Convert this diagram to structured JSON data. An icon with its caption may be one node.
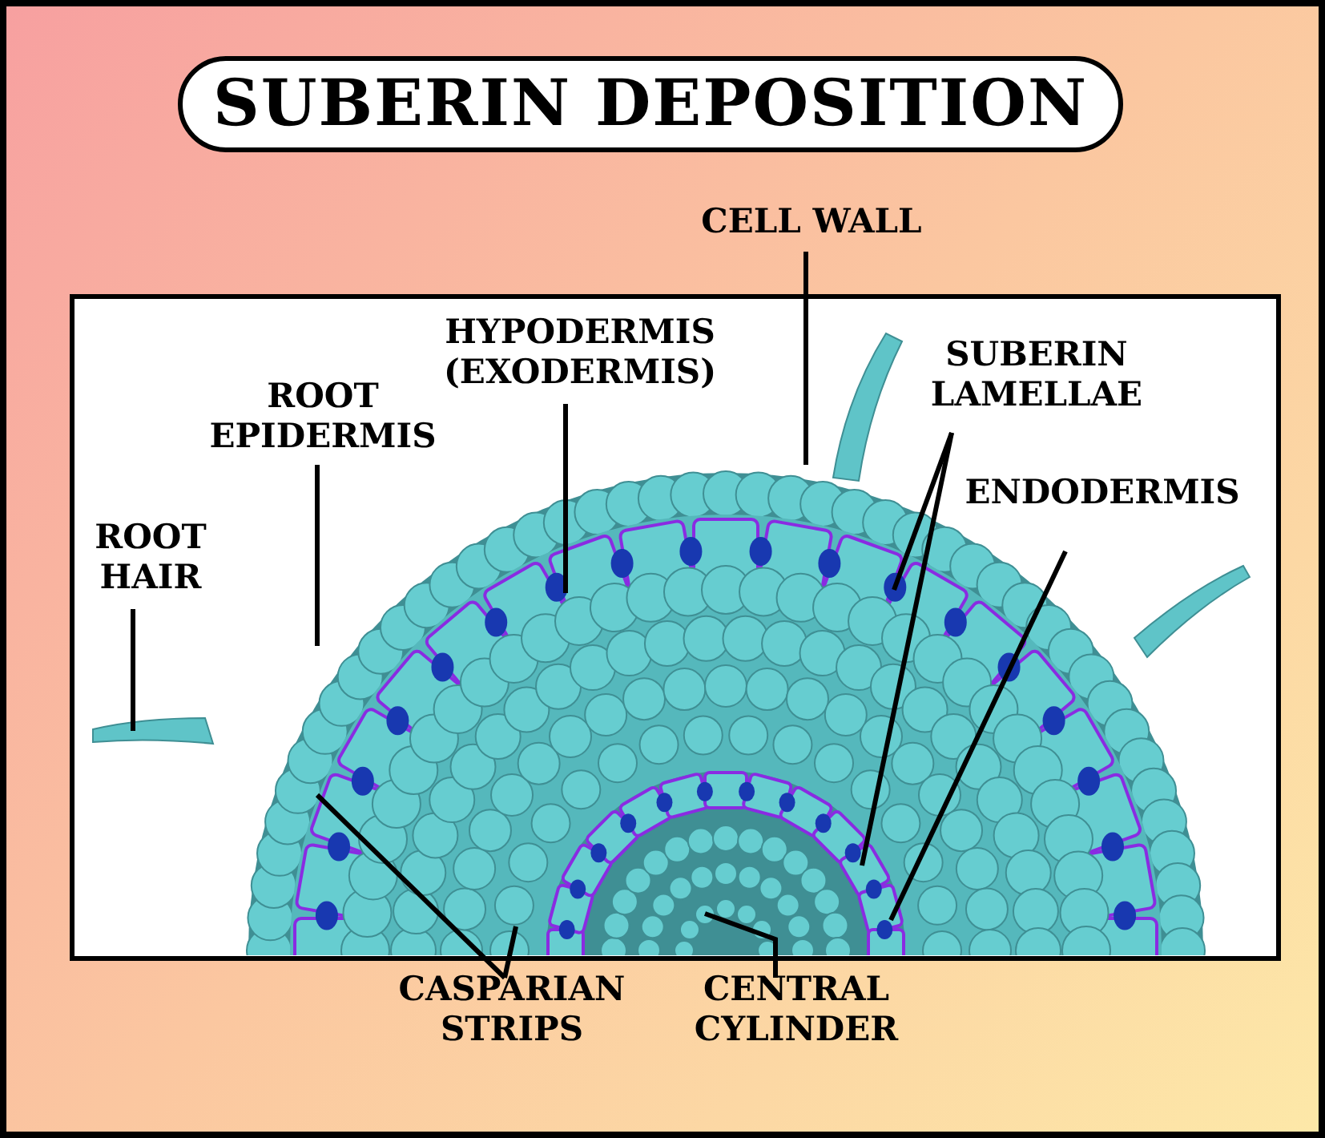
{
  "diagram": {
    "title": "SUBERIN DEPOSITION",
    "nodes": [
      {
        "text": [
          "ROOT HAIR"
        ]
      },
      {
        "text": [
          "ROOT EPIDERMIS"
        ]
      },
      {
        "text": [
          "HYPODERMIS (EXODERMIS)"
        ]
      },
      {
        "text": [
          "CELL WALL"
        ]
      },
      {
        "text": [
          "SUBERIN LAMELLAE"
        ]
      },
      {
        "text": [
          "ENDODERMIS"
        ]
      },
      {
        "text": [
          "CASPARIAN STRIPS"
        ]
      },
      {
        "text": [
          "CENTRAL CYLINDER"
        ]
      }
    ],
    "edges": [
      {
        "from": 0,
        "to": null,
        "arrow": "none"
      },
      {
        "from": 1,
        "to": null,
        "arrow": "none"
      },
      {
        "from": 2,
        "to": null,
        "arrow": "none"
      },
      {
        "from": 3,
        "to": null,
        "arrow": "none"
      },
      {
        "from": 4,
        "to": null,
        "arrow": "none"
      },
      {
        "from": 4,
        "to": null,
        "arrow": "none"
      },
      {
        "from": 5,
        "to": null,
        "arrow": "none"
      },
      {
        "from": 6,
        "to": null,
        "arrow": "none"
      },
      {
        "from": 6,
        "to": null,
        "arrow": "none"
      },
      {
        "from": 7,
        "to": null,
        "arrow": "none"
      }
    ]
  }
}
